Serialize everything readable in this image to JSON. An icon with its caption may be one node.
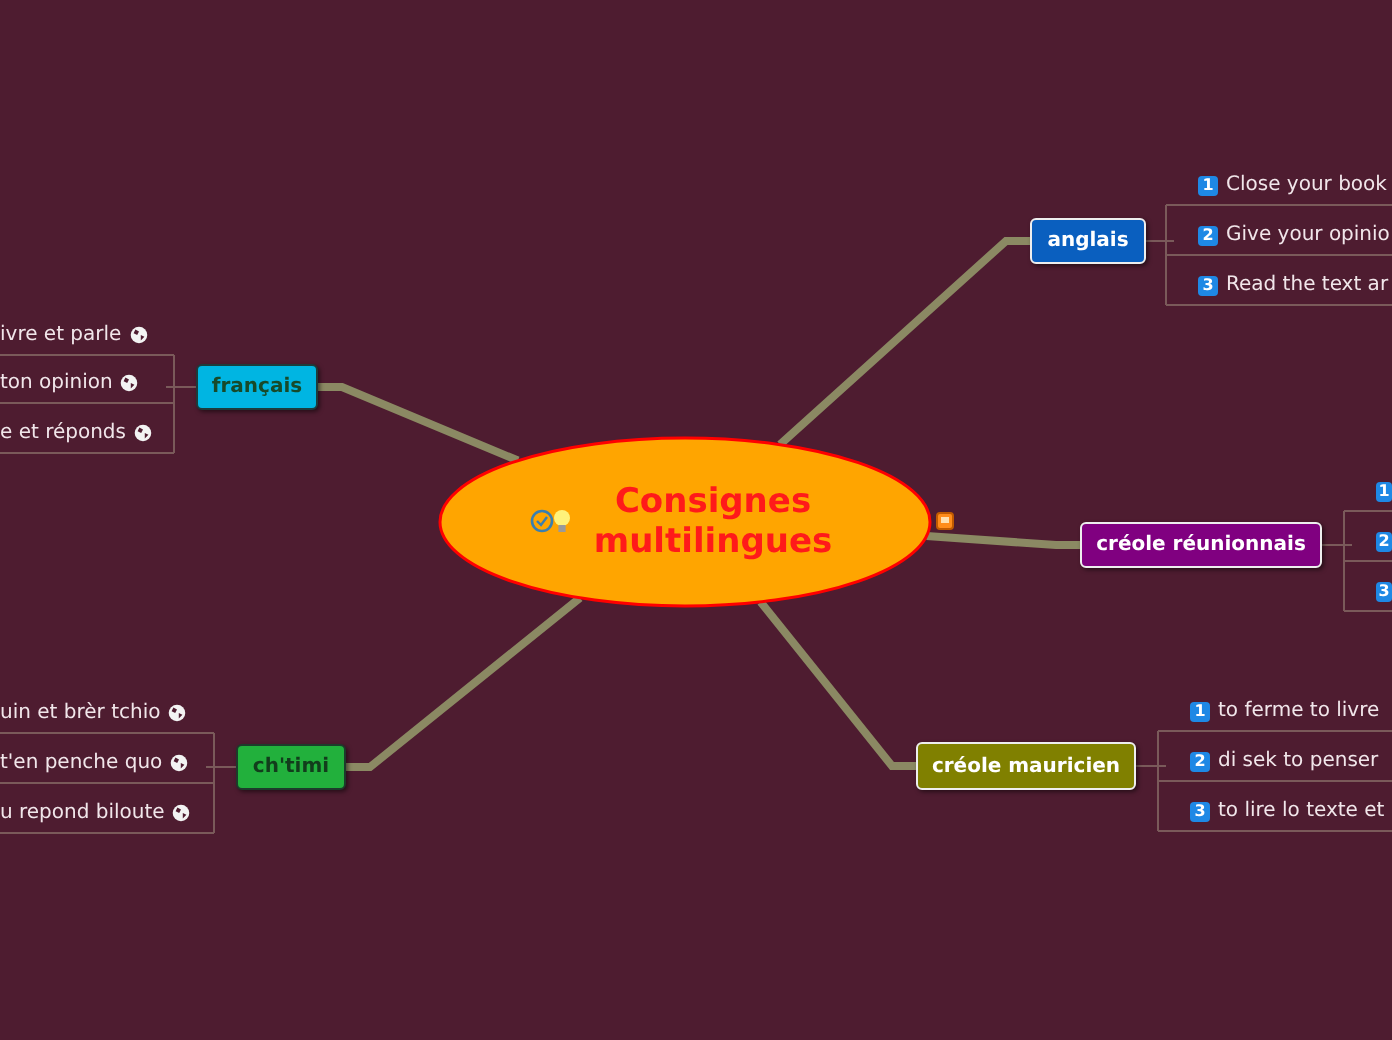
{
  "diagram": {
    "nodes": [
      {
        "text": [
          "Consignes multilingues"
        ]
      },
      {
        "text": [
          "anglais"
        ]
      },
      {
        "text": [
          "1",
          "Close your book"
        ]
      },
      {
        "text": [
          "2",
          "Give your opinio"
        ]
      },
      {
        "text": [
          "3",
          "Read the text ar"
        ]
      },
      {
        "text": [
          "créole réunionnais"
        ]
      },
      {
        "text": [
          "1"
        ]
      },
      {
        "text": [
          "2"
        ]
      },
      {
        "text": [
          "3"
        ]
      },
      {
        "text": [
          "créole mauricien"
        ]
      },
      {
        "text": [
          "1",
          "to ferme to livre"
        ]
      },
      {
        "text": [
          "2",
          "di sek to penser"
        ]
      },
      {
        "text": [
          "3",
          "to lire lo texte et"
        ]
      },
      {
        "text": [
          "français"
        ]
      },
      {
        "text": [
          "ivre et parle"
        ]
      },
      {
        "text": [
          "ton opinion"
        ]
      },
      {
        "text": [
          "e et réponds"
        ]
      },
      {
        "text": [
          "ch'timi"
        ]
      },
      {
        "text": [
          "uin et brèr tchio"
        ]
      },
      {
        "text": [
          "t'en penche quo"
        ]
      },
      {
        "text": [
          "u repond biloute"
        ]
      }
    ],
    "edges": [
      {
        "from": 0,
        "to": 1,
        "arrow": "none",
        "style": "thick"
      },
      {
        "from": 1,
        "to": 2,
        "arrow": "none"
      },
      {
        "from": 1,
        "to": 3,
        "arrow": "none"
      },
      {
        "from": 1,
        "to": 4,
        "arrow": "none"
      },
      {
        "from": 0,
        "to": 5,
        "arrow": "none",
        "style": "thick"
      },
      {
        "from": 5,
        "to": 6,
        "arrow": "none"
      },
      {
        "from": 5,
        "to": 7,
        "arrow": "none"
      },
      {
        "from": 5,
        "to": 8,
        "arrow": "none"
      },
      {
        "from": 0,
        "to": 9,
        "arrow": "none",
        "style": "thick"
      },
      {
        "from": 9,
        "to": 10,
        "arrow": "none"
      },
      {
        "from": 9,
        "to": 11,
        "arrow": "none"
      },
      {
        "from": 9,
        "to": 12,
        "arrow": "none"
      },
      {
        "from": 0,
        "to": 13,
        "arrow": "none",
        "style": "thick"
      },
      {
        "from": 13,
        "to": 14,
        "arrow": "none"
      },
      {
        "from": 13,
        "to": 15,
        "arrow": "none"
      },
      {
        "from": 13,
        "to": 16,
        "arrow": "none"
      },
      {
        "from": 0,
        "to": 17,
        "arrow": "none",
        "style": "thick"
      },
      {
        "from": 17,
        "to": 18,
        "arrow": "none"
      },
      {
        "from": 17,
        "to": 19,
        "arrow": "none"
      },
      {
        "from": 17,
        "to": 20,
        "arrow": "none"
      }
    ]
  }
}
